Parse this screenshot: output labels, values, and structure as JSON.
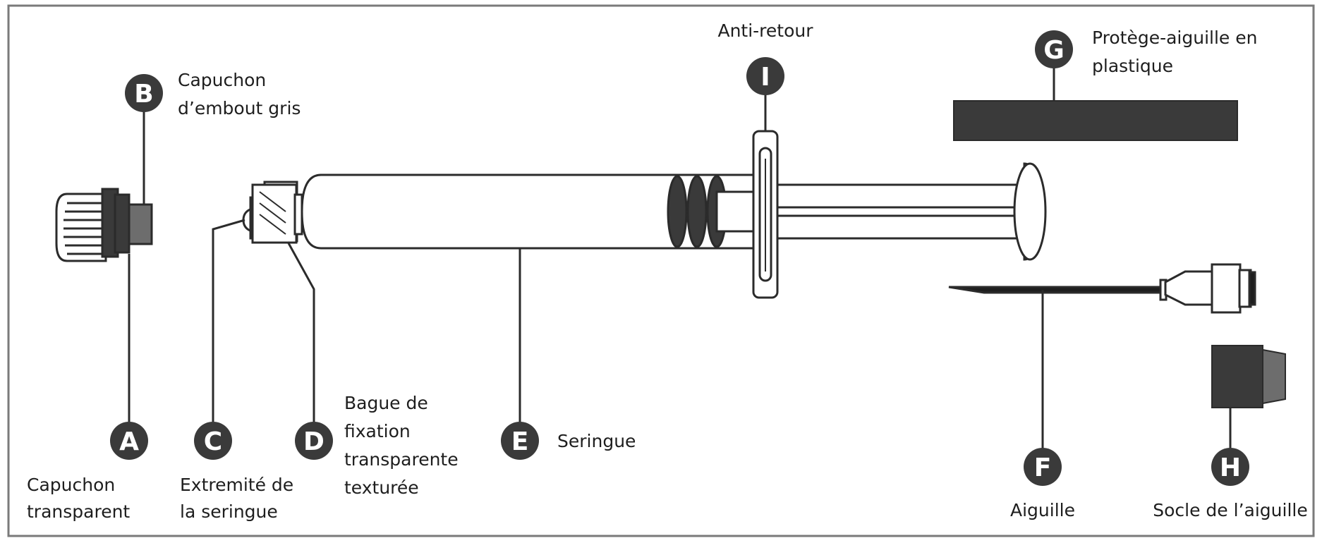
{
  "colors": {
    "dark": "#3a3a3a",
    "outline": "#2b2b2b",
    "frame": "#7a7a7a",
    "cap_gray": "#6d6d6d",
    "marker_fill": "#3a3a3a"
  },
  "labels": {
    "A": {
      "letter": "A",
      "lines": [
        "Capuchon",
        "transparent"
      ]
    },
    "B": {
      "letter": "B",
      "lines": [
        "Capuchon",
        "d’embout gris"
      ]
    },
    "C": {
      "letter": "C",
      "lines": [
        "Extremité de",
        "la seringue"
      ]
    },
    "D": {
      "letter": "D",
      "lines": [
        "Bague de",
        "fixation",
        "transparente",
        "texturée"
      ]
    },
    "E": {
      "letter": "E",
      "lines": [
        "Seringue"
      ]
    },
    "F": {
      "letter": "F",
      "lines": [
        "Aiguille"
      ]
    },
    "G": {
      "letter": "G",
      "lines": [
        "Protège-aiguille en",
        "plastique"
      ]
    },
    "H": {
      "letter": "H",
      "lines": [
        "Socle de l’aiguille"
      ]
    },
    "I": {
      "letter": "I",
      "lines": [
        "Anti-retour"
      ]
    }
  }
}
